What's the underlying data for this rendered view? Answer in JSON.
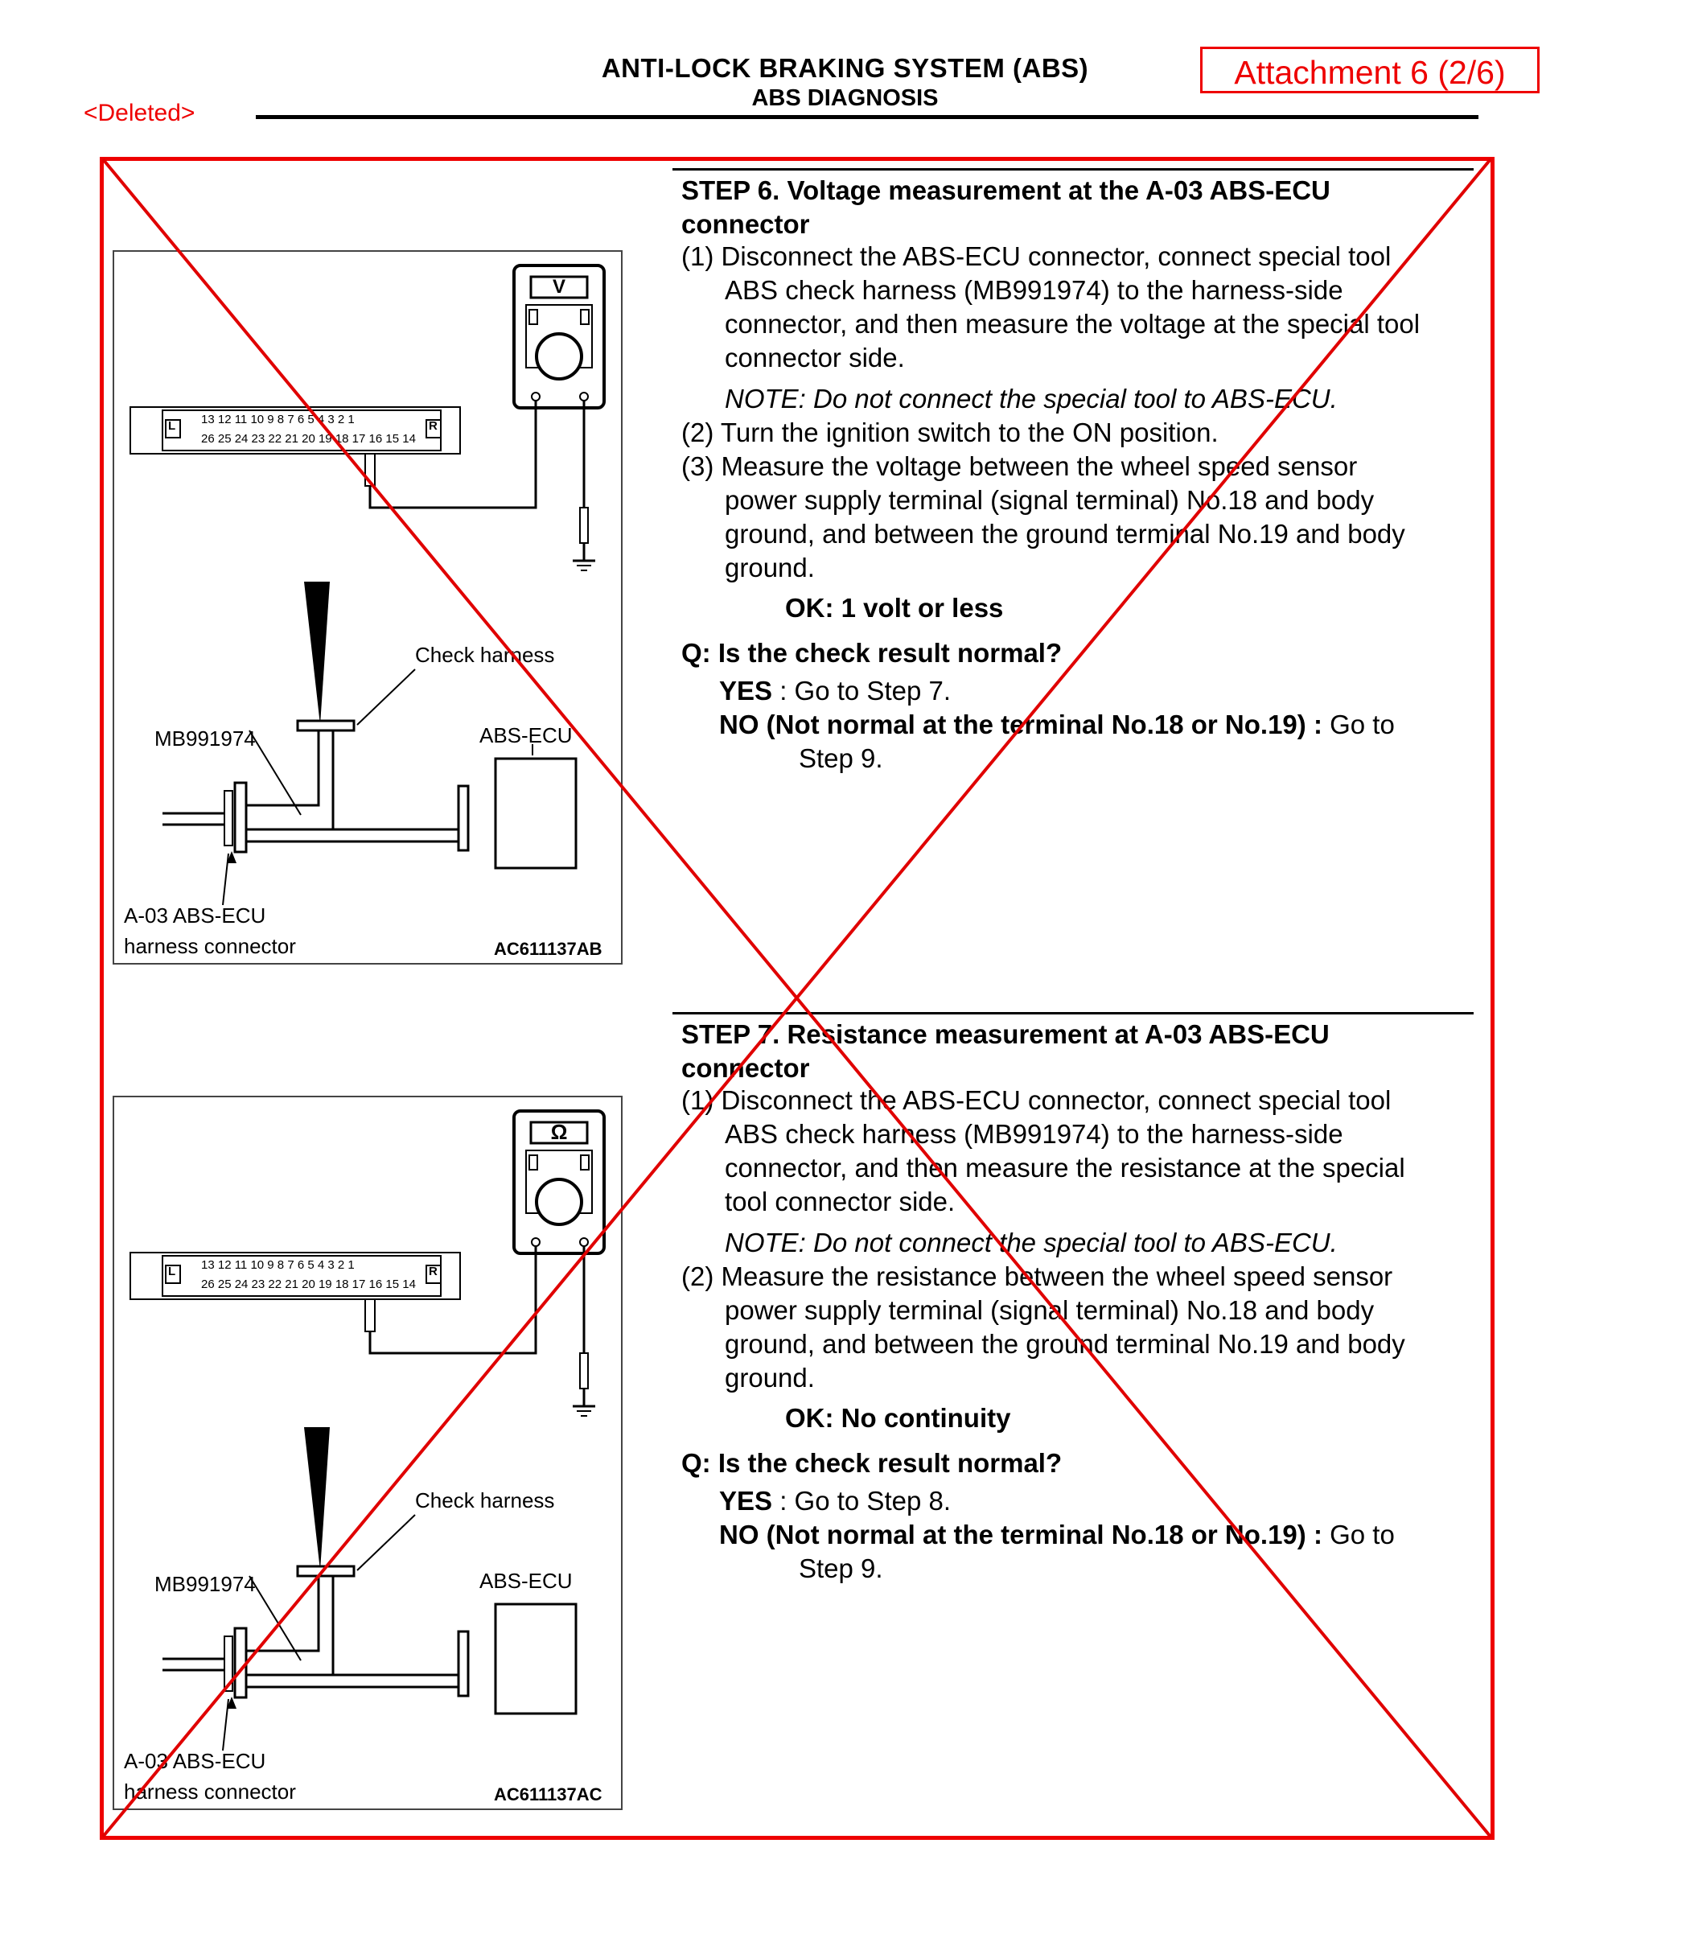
{
  "header": {
    "title": "ANTI-LOCK BRAKING SYSTEM (ABS)",
    "subtitle": "ABS DIAGNOSIS",
    "deleted_mark": "<Deleted>",
    "attachment": "Attachment 6 (2/6)"
  },
  "step6": {
    "title_line1": "STEP 6. Voltage measurement at the A-03 ABS-ECU",
    "title_line2": "connector",
    "s1_line1": "(1) Disconnect the ABS-ECU connector, connect special tool",
    "s1_line2": "ABS check harness (MB991974) to the harness-side",
    "s1_line3": "connector, and then measure the voltage at the special tool",
    "s1_line4": "connector side.",
    "note": "NOTE: Do not connect the special tool to ABS-ECU.",
    "s2": "(2) Turn the ignition switch to the ON position.",
    "s3_line1": "(3) Measure the voltage between the wheel speed sensor",
    "s3_line2": "power supply terminal (signal terminal) No.18 and body",
    "s3_line3": "ground, and between the ground terminal No.19 and body",
    "s3_line4": "ground.",
    "ok": "OK: 1 volt or less",
    "question": "Q: Is the check result normal?",
    "yes_label": "YES",
    "yes_text": " : Go to Step 7.",
    "no_label": "NO (Not normal at the terminal No.18 or No.19) :",
    "no_text": " Go to",
    "no_text2": "Step 9."
  },
  "step7": {
    "title_line1": "STEP 7. Resistance measurement at A-03 ABS-ECU",
    "title_line2": "connector",
    "s1_line1": "(1) Disconnect the ABS-ECU connector, connect special tool",
    "s1_line2": "ABS check harness (MB991974) to the harness-side",
    "s1_line3": "connector, and then measure the resistance at the special",
    "s1_line4": "tool connector side.",
    "note": "NOTE: Do not connect the special tool to ABS-ECU.",
    "s2_line1": "(2) Measure the resistance between the wheel speed sensor",
    "s2_line2": "power supply terminal (signal terminal) No.18 and body",
    "s2_line3": "ground, and between the ground terminal No.19 and body",
    "s2_line4": "ground.",
    "ok": "OK: No continuity",
    "question": "Q: Is the check result normal?",
    "yes_label": "YES",
    "yes_text": " : Go to Step 8.",
    "no_label": "NO (Not normal at the terminal No.18 or No.19) :",
    "no_text": " Go to",
    "no_text2": "Step 9."
  },
  "figure1": {
    "meter_symbol": "V",
    "connector_top": "13  12 11 10 9 8 7 6 5 4 3 2  1",
    "connector_bottom": "26  25 24 23 22 21 20 19 18 17 16 15  14",
    "left_mark": "L",
    "right_mark": "R",
    "check_harness": "Check harness",
    "tool": "MB991974",
    "ecu": "ABS-ECU",
    "connector_line1": "A-03 ABS-ECU",
    "connector_line2": "harness connector",
    "code": "AC611137AB"
  },
  "figure2": {
    "meter_symbol": "Ω",
    "connector_top": "13  12 11 10 9 8 7 6 5 4 3 2  1",
    "connector_bottom": "26  25 24 23 22 21 20 19 18 17 16 15  14",
    "left_mark": "L",
    "right_mark": "R",
    "check_harness": "Check harness",
    "tool": "MB991974",
    "ecu": "ABS-ECU",
    "connector_line1": "A-03 ABS-ECU",
    "connector_line2": "harness connector",
    "code": "AC611137AC"
  },
  "colors": {
    "markup_red": "#e00000",
    "text": "#000000"
  }
}
